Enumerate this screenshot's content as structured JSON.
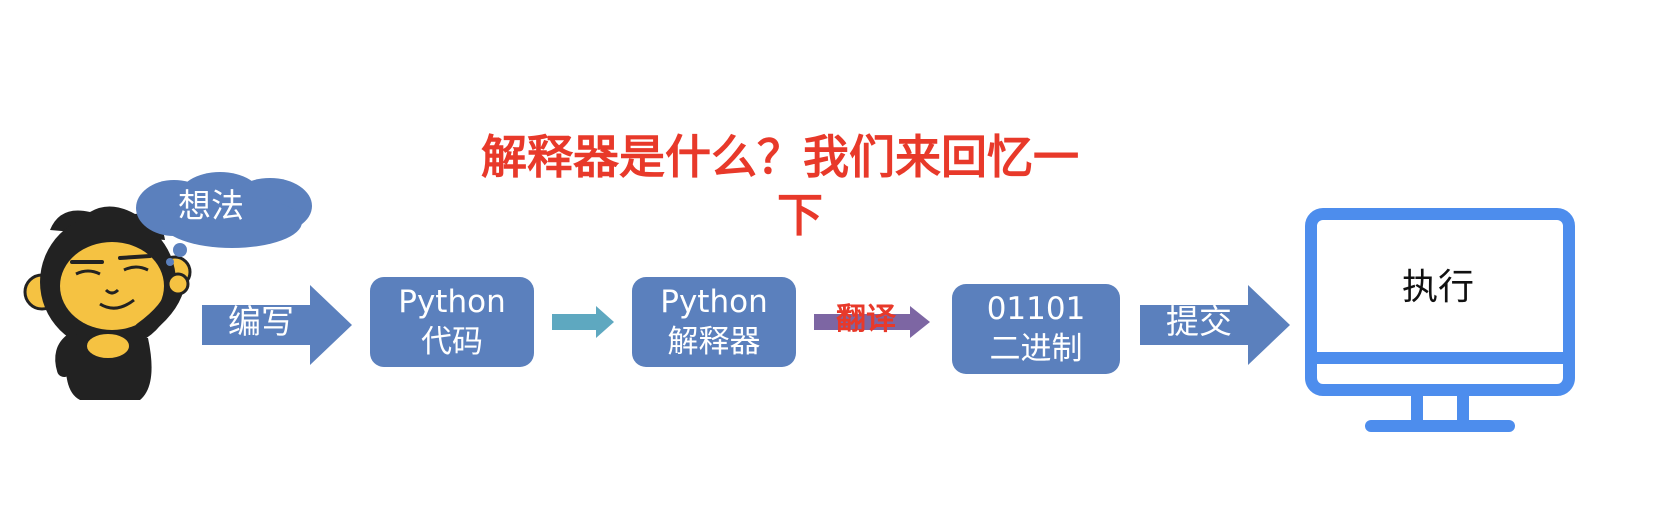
{
  "title": {
    "line1": "解释器是什么？我们来回忆一",
    "line2": "下"
  },
  "thought": "想法",
  "steps": {
    "write": "编写",
    "code_line1": "Python",
    "code_line2": "代码",
    "interpreter_line1": "Python",
    "interpreter_line2": "解释器",
    "translate": "翻译",
    "binary_line1": "01101",
    "binary_line2": "二进制",
    "submit": "提交",
    "execute": "执行"
  },
  "colors": {
    "box_blue": "#5b80bd",
    "teal_arrow": "#5ea8c0",
    "purple_arrow": "#7d66a3",
    "monitor_blue": "#4d8ded",
    "title_red": "#e8392a",
    "mascot_yellow": "#f5c242",
    "mascot_black": "#222222"
  },
  "icons": {
    "mascot": "monkey-mascot-icon",
    "thought_bubble": "thought-cloud-icon",
    "monitor": "computer-monitor-icon"
  }
}
